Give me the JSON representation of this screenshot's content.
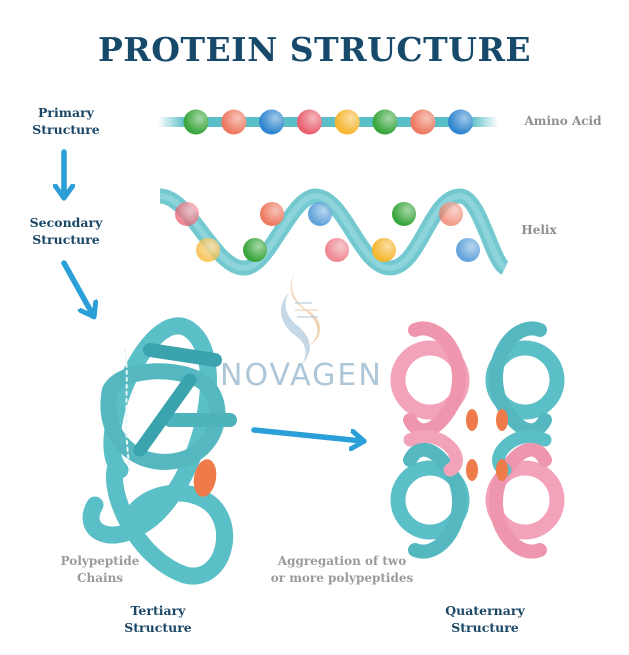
{
  "title": "PROTEIN STRUCTURE",
  "stages": {
    "primary": {
      "line1": "Primary",
      "line2": "Structure",
      "side_label": "Amino Acid"
    },
    "secondary": {
      "line1": "Secondary",
      "line2": "Structure",
      "side_label": "Helix"
    },
    "tertiary": {
      "line1": "Tertiary",
      "line2": "Structure",
      "note_line1": "Polypeptide",
      "note_line2": "Chains"
    },
    "quaternary": {
      "line1": "Quaternary",
      "line2": "Structure",
      "note_line1": "Aggregation of two",
      "note_line2": "or more polypeptides"
    }
  },
  "watermark": {
    "text": "NOVAGEN"
  },
  "colors": {
    "title": "#17496b",
    "arrow": "#2a9fd8",
    "strand": "#5bbfc7",
    "strand_dark": "#3aa3ad",
    "pink_strand": "#f2a3b9",
    "heme": "#ef7a4a",
    "bead_green": "#3aa63d",
    "bead_salmon": "#ee7a62",
    "bead_blue": "#2f86cf",
    "bead_pink": "#e8606f",
    "bead_yellow": "#f5b630"
  },
  "primary_beads": [
    "bead_green",
    "bead_salmon",
    "bead_blue",
    "bead_pink",
    "bead_yellow",
    "bead_green",
    "bead_salmon",
    "bead_blue"
  ],
  "helix_beads": [
    "bead_pink",
    "bead_yellow",
    "bead_green",
    "bead_salmon",
    "bead_blue",
    "bead_pink",
    "bead_yellow",
    "bead_green",
    "bead_salmon",
    "bead_blue"
  ]
}
